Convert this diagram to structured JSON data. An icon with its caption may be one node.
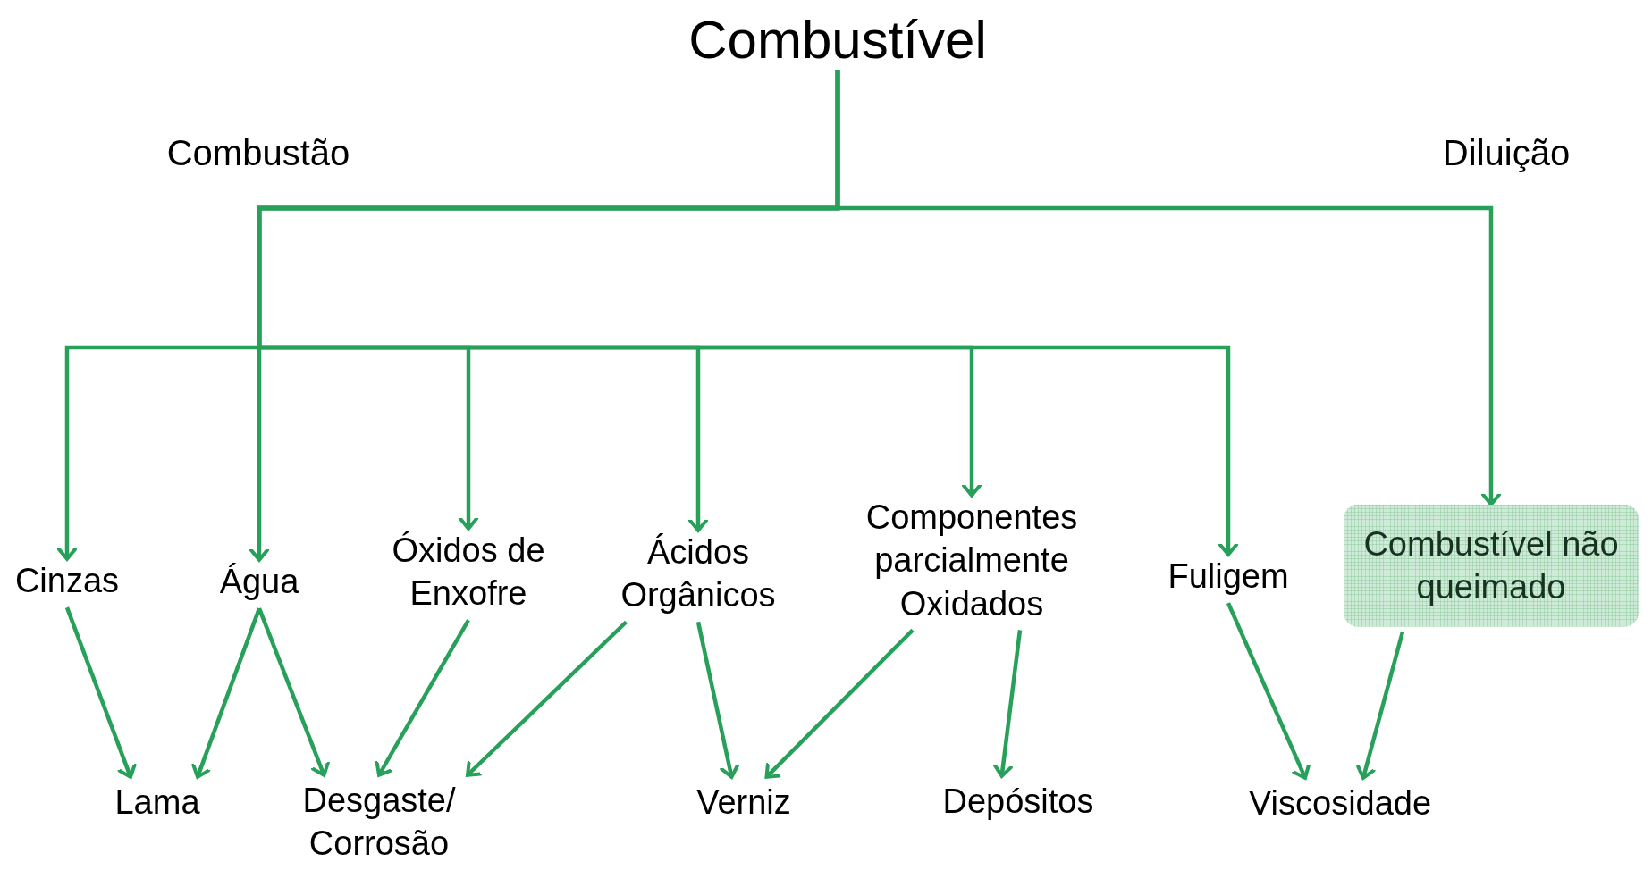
{
  "diagram": {
    "nodes": [
      {
        "text": [
          "Combustível"
        ]
      },
      {
        "text": [
          "Cinzas"
        ]
      },
      {
        "text": [
          "Água"
        ]
      },
      {
        "text": [
          "Óxidos de Enxofre"
        ]
      },
      {
        "text": [
          "Ácidos Orgânicos"
        ]
      },
      {
        "text": [
          "Componentes parcialmente Oxidados"
        ]
      },
      {
        "text": [
          "Fuligem"
        ]
      },
      {
        "text": [
          "Combustível não queimado"
        ]
      },
      {
        "text": [
          "Lama"
        ]
      },
      {
        "text": [
          "Desgaste/ Corrosão"
        ]
      },
      {
        "text": [
          "Verniz"
        ]
      },
      {
        "text": [
          "Depósitos"
        ]
      },
      {
        "text": [
          "Viscosidade"
        ]
      }
    ],
    "edges": [
      {
        "from": 0,
        "to": 1,
        "arrow": "to"
      },
      {
        "from": 0,
        "to": 2,
        "arrow": "to"
      },
      {
        "from": 0,
        "to": 3,
        "arrow": "to"
      },
      {
        "from": 0,
        "to": 4,
        "arrow": "to"
      },
      {
        "from": 0,
        "to": 5,
        "arrow": "to"
      },
      {
        "from": 0,
        "to": 6,
        "arrow": "to"
      },
      {
        "from": 0,
        "to": 7,
        "arrow": "to"
      },
      {
        "from": 1,
        "to": 8,
        "arrow": "to"
      },
      {
        "from": 2,
        "to": 8,
        "arrow": "to"
      },
      {
        "from": 2,
        "to": 9,
        "arrow": "to"
      },
      {
        "from": 3,
        "to": 9,
        "arrow": "to"
      },
      {
        "from": 4,
        "to": 9,
        "arrow": "to"
      },
      {
        "from": 4,
        "to": 10,
        "arrow": "to"
      },
      {
        "from": 5,
        "to": 10,
        "arrow": "to"
      },
      {
        "from": 5,
        "to": 11,
        "arrow": "to"
      },
      {
        "from": 6,
        "to": 12,
        "arrow": "to"
      },
      {
        "from": 7,
        "to": 12,
        "arrow": "to"
      }
    ],
    "labels": [
      "Combustão",
      "Diluição"
    ]
  }
}
